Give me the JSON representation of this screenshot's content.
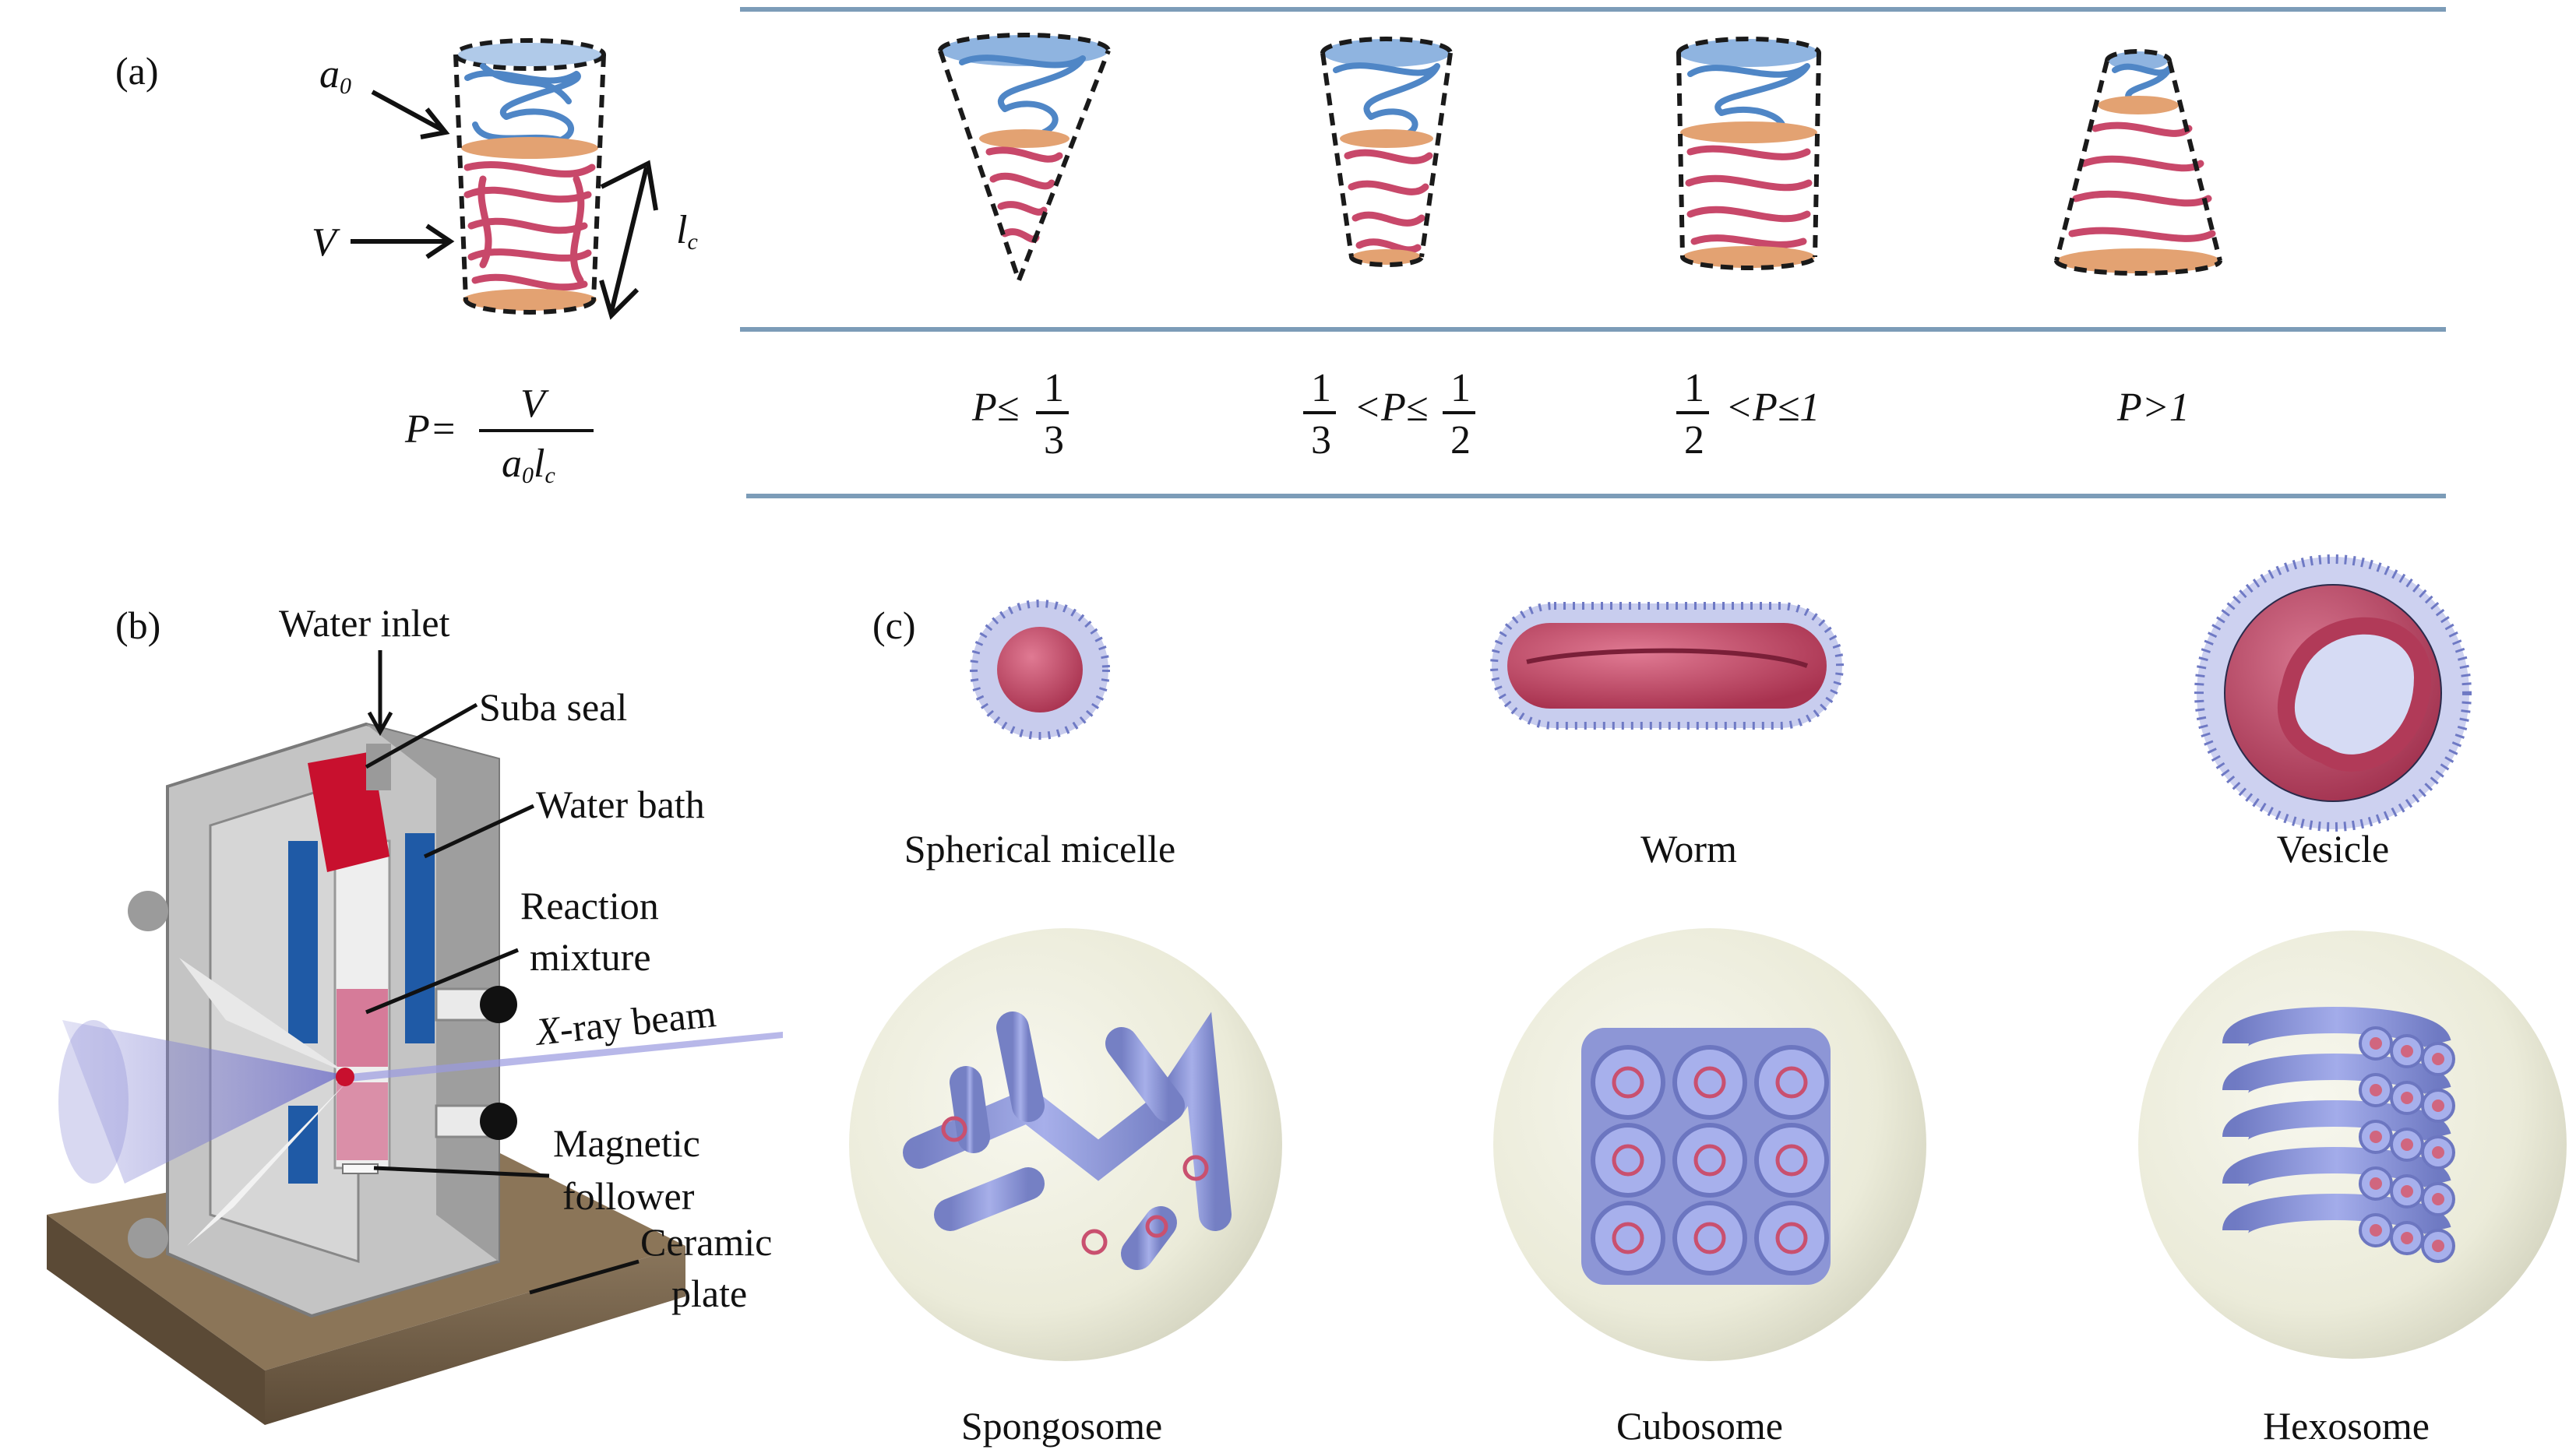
{
  "panel_labels": {
    "a": "(a)",
    "b": "(b)",
    "c": "(c)"
  },
  "panel_a": {
    "symbols": {
      "head_area": "a",
      "head_area_sub": "0",
      "volume": "V",
      "length": "l",
      "length_sub": "c"
    },
    "formula": {
      "lhs": "P=",
      "numerator": "V",
      "denominator": "a",
      "den_sub1": "0",
      "den_l": "l",
      "den_sub2": "c"
    },
    "ranges": [
      {
        "left": "P≤",
        "frac_num": "1",
        "frac_den": "3"
      },
      {
        "frac1_num": "1",
        "frac1_den": "3",
        "mid": "<P≤",
        "frac2_num": "1",
        "frac2_den": "2"
      },
      {
        "frac_num": "1",
        "frac_den": "2",
        "right": "<P≤1"
      },
      {
        "text": "P>1"
      }
    ]
  },
  "panel_b": {
    "labels": {
      "water_inlet": "Water inlet",
      "suba_seal": "Suba seal",
      "water_bath": "Water bath",
      "reaction_1": "Reaction",
      "reaction_2": "mixture",
      "xray_x": "X",
      "xray_rest": "-ray beam",
      "magnetic_1": "Magnetic",
      "magnetic_2": "follower",
      "ceramic_1": "Ceramic",
      "ceramic_2": "plate"
    }
  },
  "panel_c": {
    "morphologies": [
      "Spherical micelle",
      "Worm",
      "Vesicle",
      "Spongosome",
      "Cubosome",
      "Hexosome"
    ]
  },
  "colors": {
    "head_blue": "#4f86c6",
    "tail_red": "#c8486a",
    "rule_blue": "#7c9cb8",
    "corona_blue": "#8b95d6",
    "core_red": "#c9506f",
    "sphere_bg": "#e9ead8",
    "mesophase_blue": "#7e88cc"
  }
}
